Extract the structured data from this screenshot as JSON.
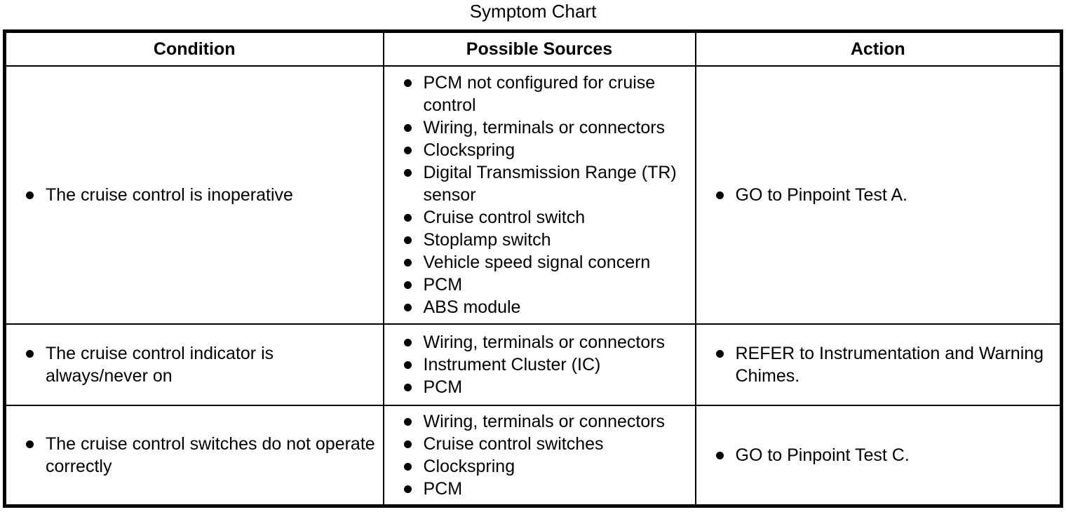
{
  "title": "Symptom Chart",
  "table": {
    "headers": [
      "Condition",
      "Possible Sources",
      "Action"
    ],
    "rows": [
      {
        "condition": [
          [
            "The cruise control is inoperative"
          ]
        ],
        "sources": [
          [
            "PCM not configured for cruise",
            "control"
          ],
          [
            "Wiring, terminals or connectors"
          ],
          [
            "Clockspring"
          ],
          [
            "Digital Transmission Range (TR)",
            "sensor"
          ],
          [
            "Cruise control switch"
          ],
          [
            "Stoplamp switch"
          ],
          [
            "Vehicle speed signal concern"
          ],
          [
            "PCM"
          ],
          [
            "ABS module"
          ]
        ],
        "action": [
          [
            "GO to Pinpoint Test A."
          ]
        ]
      },
      {
        "condition": [
          [
            "The cruise control indicator is",
            "always/never on"
          ]
        ],
        "sources": [
          [
            "Wiring, terminals or connectors"
          ],
          [
            "Instrument Cluster (IC)"
          ],
          [
            "PCM"
          ]
        ],
        "action": [
          [
            "REFER to Instrumentation and Warning",
            "Chimes."
          ]
        ]
      },
      {
        "condition": [
          [
            "The cruise control switches do not operate",
            "correctly"
          ]
        ],
        "sources": [
          [
            "Wiring, terminals or connectors"
          ],
          [
            "Cruise control switches"
          ],
          [
            "Clockspring"
          ],
          [
            "PCM"
          ]
        ],
        "action": [
          [
            "GO to Pinpoint Test C."
          ]
        ]
      }
    ]
  },
  "colors": {
    "text": "#000000",
    "background": "#ffffff",
    "border": "#000000"
  }
}
